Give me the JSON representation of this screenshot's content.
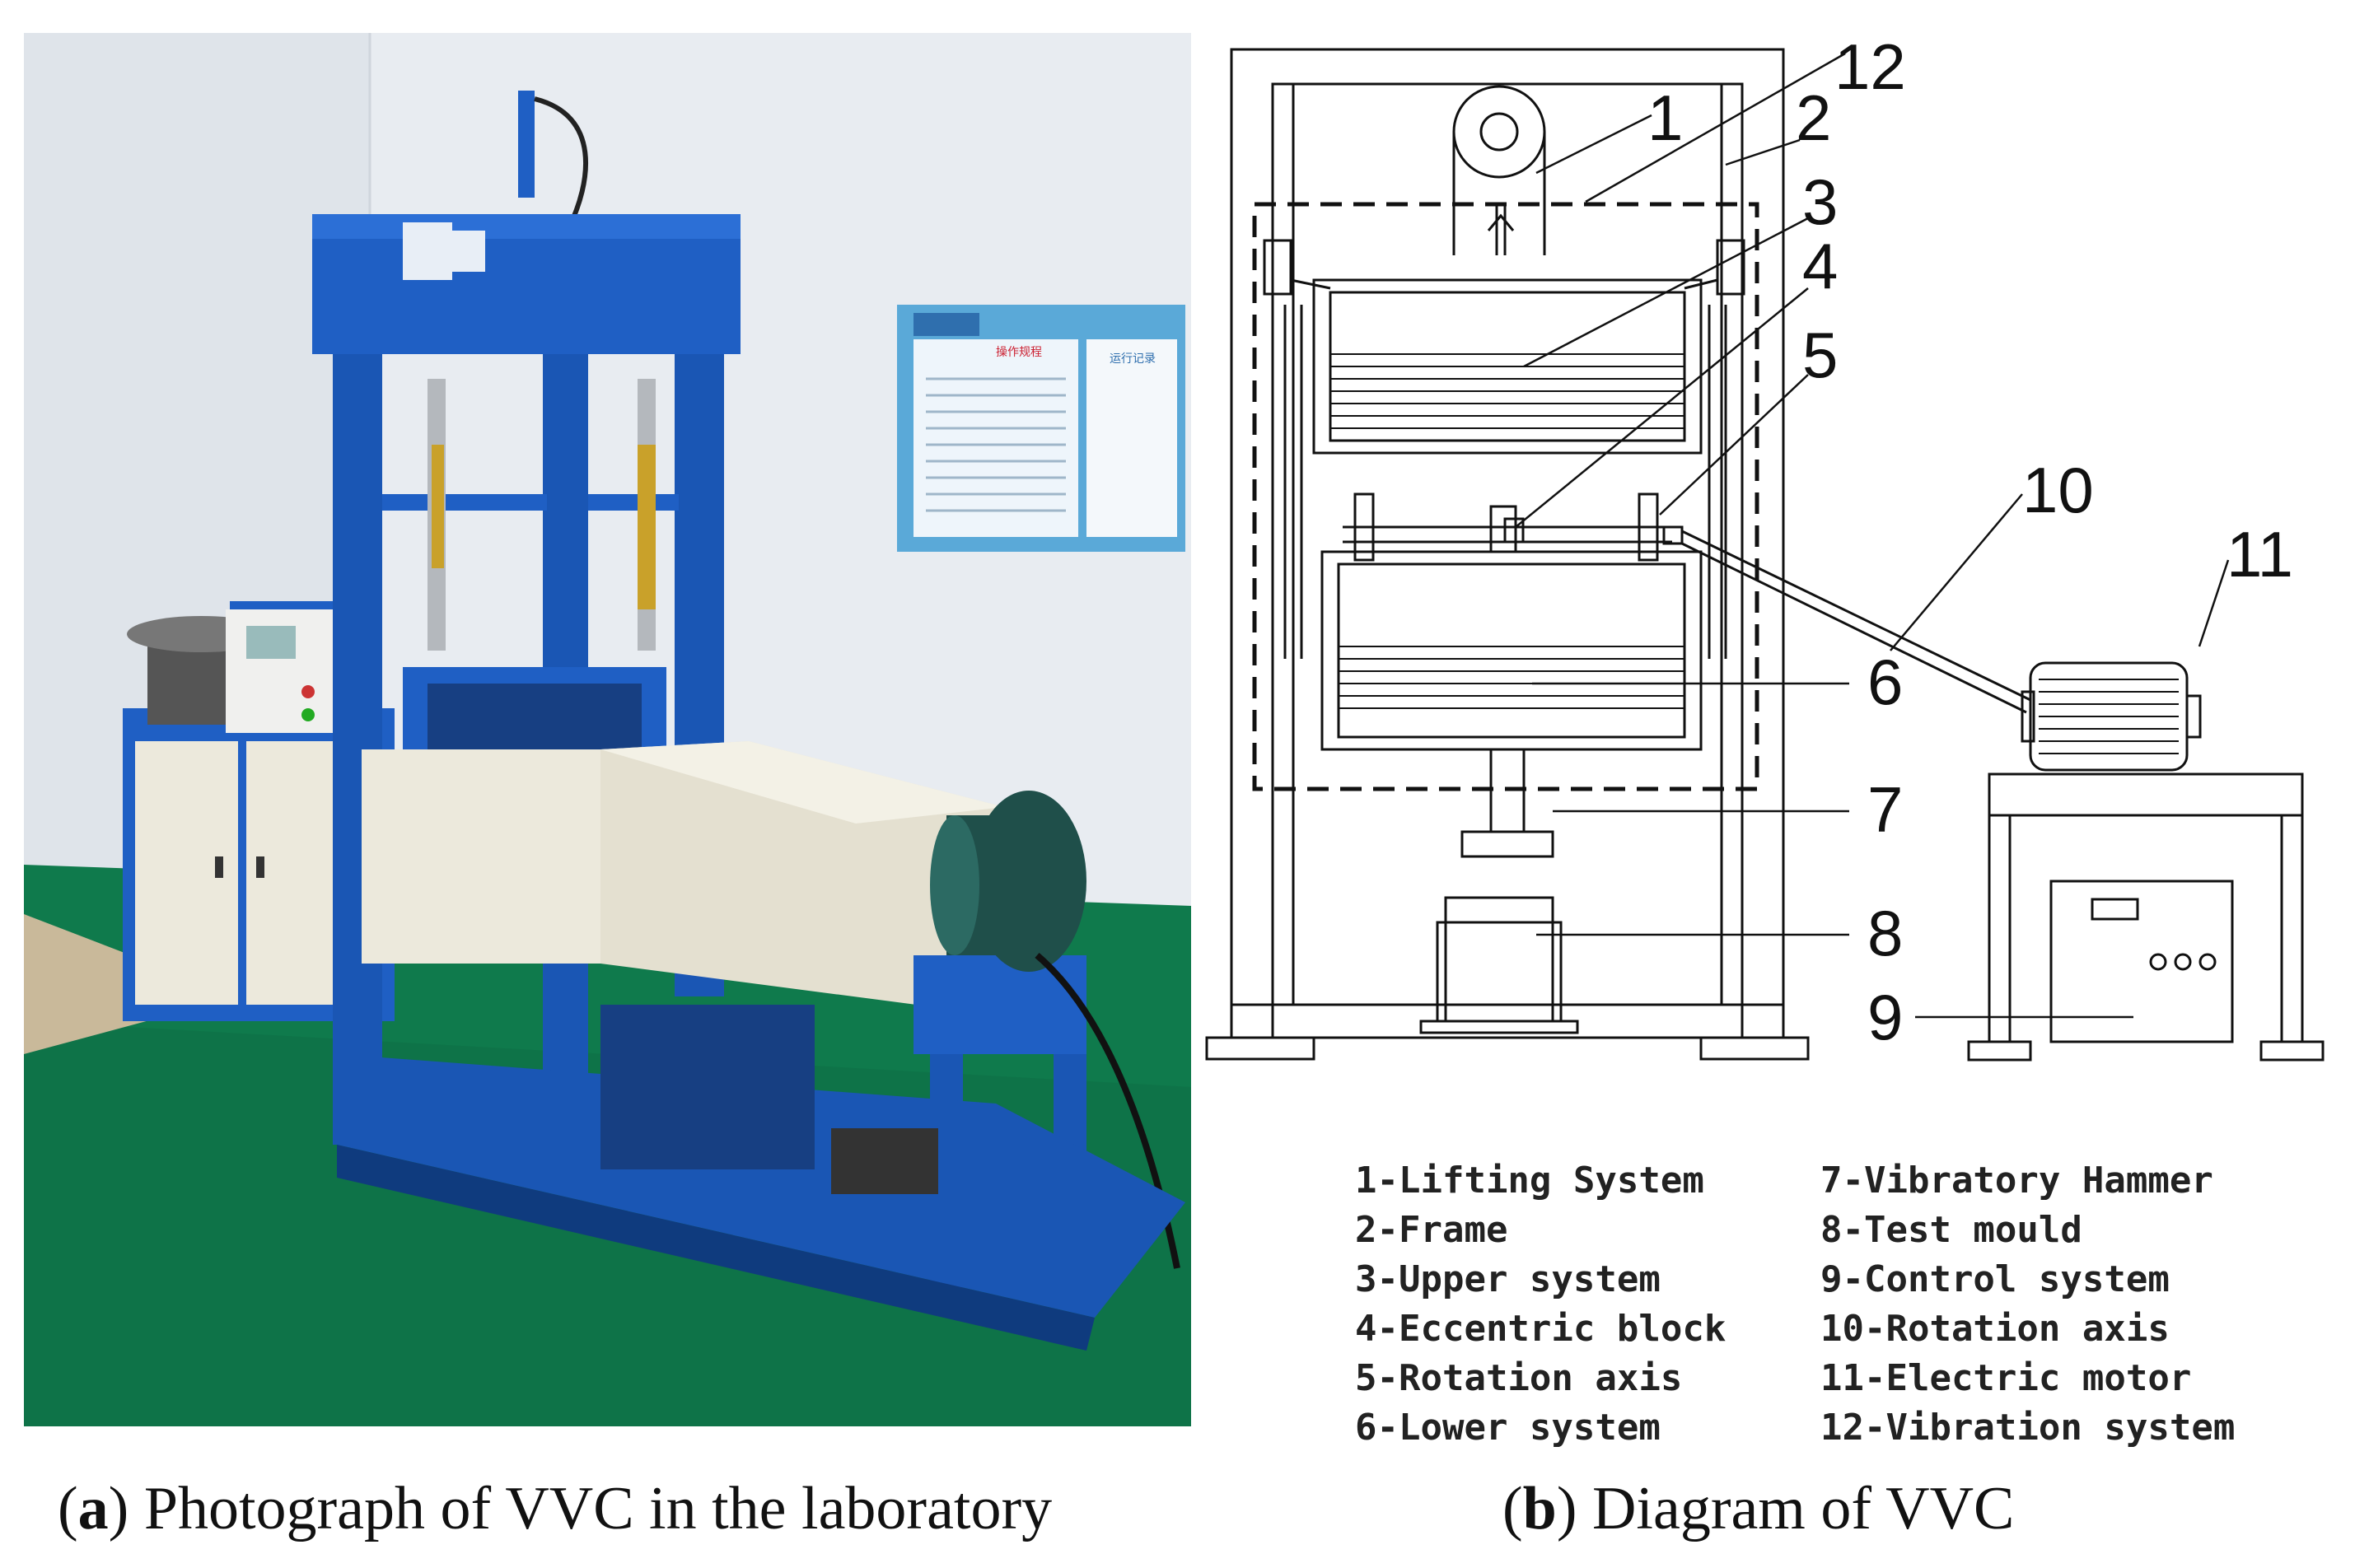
{
  "panel_a": {
    "poster_title": "操作规程",
    "poster_side": "运行记录"
  },
  "panel_b": {
    "callouts": [
      "1",
      "2",
      "3",
      "4",
      "5",
      "6",
      "7",
      "8",
      "9",
      "10",
      "11",
      "12"
    ],
    "legend_left": [
      "1-Lifting System",
      "2-Frame",
      "3-Upper system",
      "4-Eccentric block",
      "5-Rotation axis",
      "6-Lower system"
    ],
    "legend_right": [
      "7-Vibratory Hammer",
      "8-Test mould",
      "9-Control system",
      "10-Rotation axis",
      "11-Electric motor",
      "12-Vibration system"
    ]
  },
  "captions": {
    "a_letter": "a",
    "a_text": "Photograph of VVC in the laboratory",
    "b_letter": "b",
    "b_text": "Diagram of VVC"
  },
  "colors": {
    "wall": "#e9edf2",
    "floor": "#0f7a4c",
    "machine_blue": "#1f5fc4",
    "panel_cream": "#ece9dc",
    "motor": "#1f4f4a",
    "line": "#111111"
  }
}
